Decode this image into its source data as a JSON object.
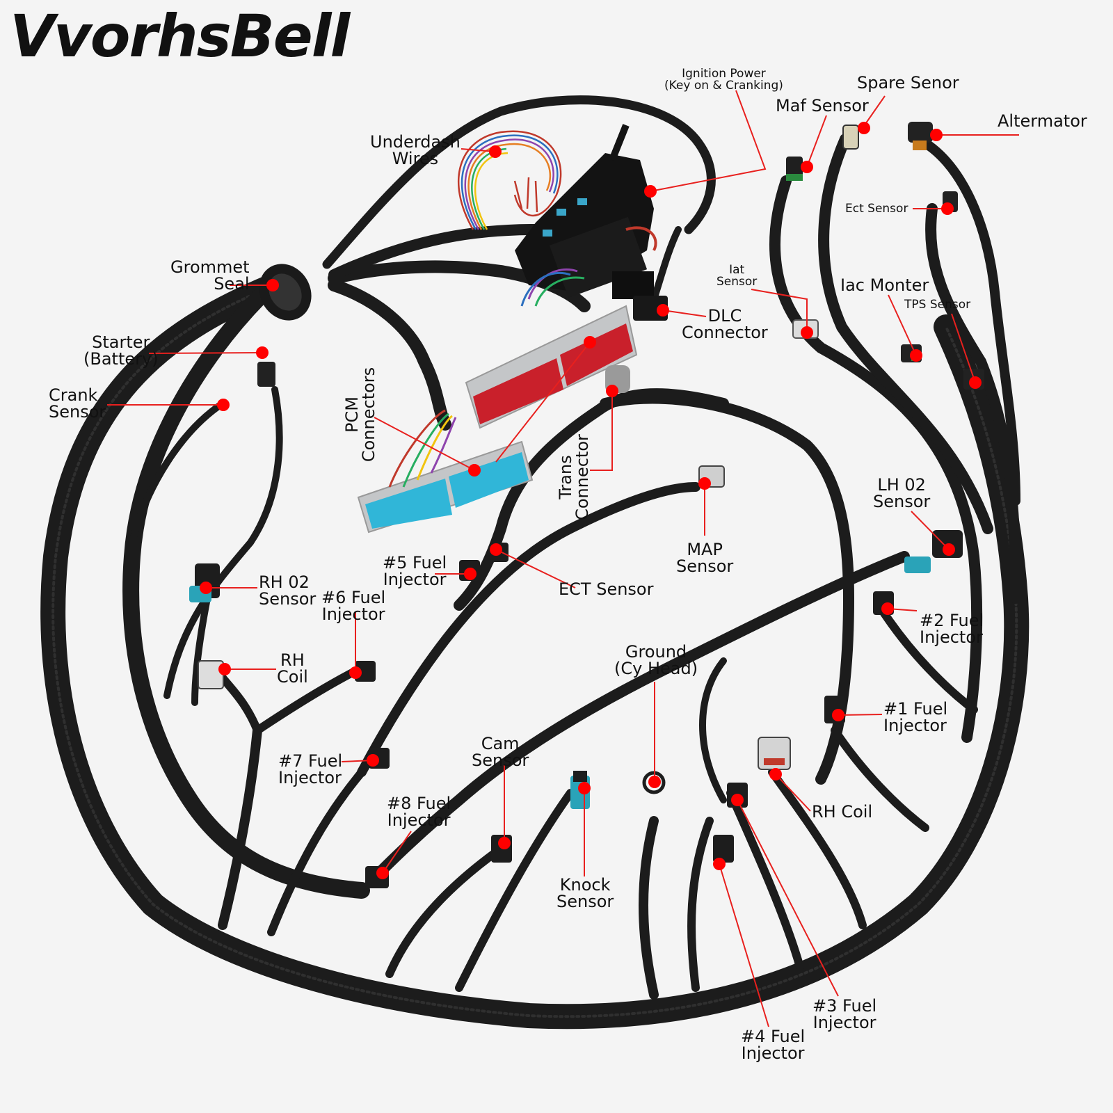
{
  "brand": {
    "name": "VvorhsBell"
  },
  "colors": {
    "harness": "#1c1c1c",
    "leader_line": "#e8201e",
    "marker": "#ff0000",
    "pcm_red": "#c9202b",
    "pcm_blue": "#30b6d8",
    "pcm_silver": "#c4c6c8",
    "fuse_box": "#131313"
  },
  "labels": {
    "ignition_power": {
      "line1": "Ignition Power",
      "line2": "(Key on & Cranking)"
    },
    "spare_senor": "Spare Senor",
    "maf_sensor": "Maf Sensor",
    "altermator": "Altermator",
    "underdash_wires": {
      "line1": "Underdash",
      "line2": "Wires"
    },
    "ect_sensor_top": "Ect Sensor",
    "grommet_seal": {
      "line1": "Grommet",
      "line2": "Seal"
    },
    "iat_sensor": {
      "line1": "Iat",
      "line2": "Sensor"
    },
    "iac_monter": "Iac Monter",
    "tps_sensor": "TPS Sensor",
    "dlc_connector": {
      "line1": "DLC",
      "line2": "Connector"
    },
    "starter_battery": {
      "line1": "Starter",
      "line2": "(Battery)"
    },
    "crank_sensor": {
      "line1": "Crank",
      "line2": "Sensor"
    },
    "pcm_connectors": {
      "line1": "PCM",
      "line2": "Connectors"
    },
    "trans_connector": {
      "line1": "Trans",
      "line2": "Connector"
    },
    "lh_o2_sensor": {
      "line1": "LH 02",
      "line2": "Sensor"
    },
    "map_sensor": {
      "line1": "MAP",
      "line2": "Sensor"
    },
    "fuel_injector_5": {
      "line1": "#5 Fuel",
      "line2": "Injector"
    },
    "rh_o2_sensor": {
      "line1": "RH 02",
      "line2": "Sensor"
    },
    "fuel_injector_6": {
      "line1": "#6 Fuel",
      "line2": "Injector"
    },
    "ect_sensor": "ECT Sensor",
    "fuel_injector_2": {
      "line1": "#2 Fuel",
      "line2": "Injector"
    },
    "ground_cy_head": {
      "line1": "Ground",
      "line2": "(Cy Head)"
    },
    "rh_coil_left": {
      "line1": "RH",
      "line2": "Coil"
    },
    "fuel_injector_1": {
      "line1": "#1 Fuel",
      "line2": "Injector"
    },
    "fuel_injector_7": {
      "line1": "#7 Fuel",
      "line2": "Injector"
    },
    "cam_sensor": {
      "line1": "Cam",
      "line2": "Sensor"
    },
    "rh_coil_right": "RH Coil",
    "fuel_injector_8": {
      "line1": "#8 Fuel",
      "line2": "Injector"
    },
    "knock_sensor": {
      "line1": "Knock",
      "line2": "Sensor"
    },
    "fuel_injector_3": {
      "line1": "#3 Fuel",
      "line2": "Injector"
    },
    "fuel_injector_4": {
      "line1": "#4 Fuel",
      "line2": "Injector"
    }
  }
}
